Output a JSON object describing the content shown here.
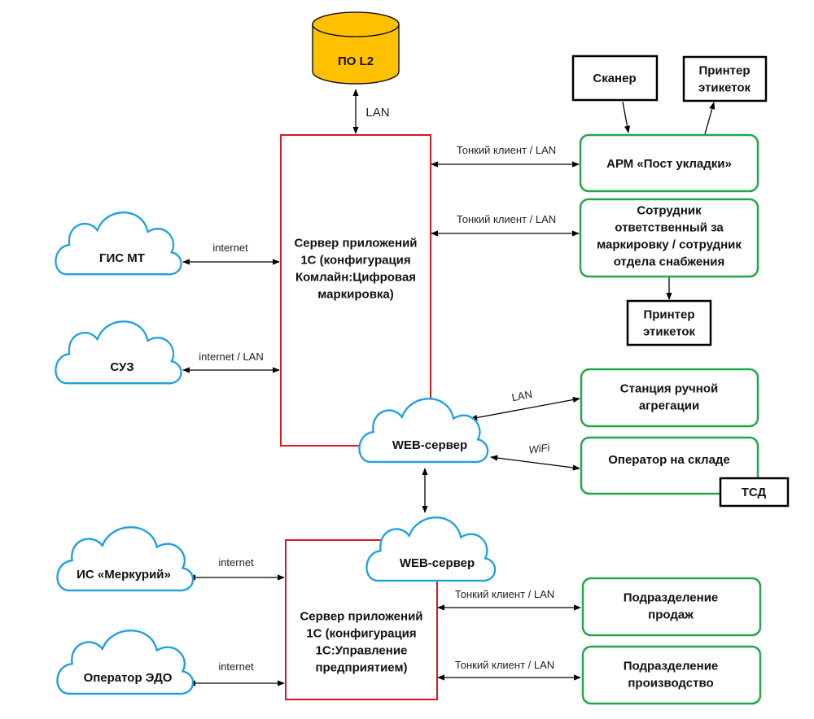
{
  "diagram": {
    "db": {
      "label": "ПО L2",
      "fill": "#FFC000",
      "link_label": "LAN"
    },
    "server1": {
      "lines": [
        "Сервер приложений",
        "1С (конфигурация",
        "Комлайн:Цифровая",
        "маркировка)"
      ],
      "border": "#D71920"
    },
    "server2": {
      "lines": [
        "Сервер приложений",
        "1С (конфигурация",
        "1С:Управление",
        "предприятием)"
      ],
      "border": "#D71920"
    },
    "clouds": {
      "gis_mt": {
        "label": "ГИС МТ"
      },
      "suz": {
        "label": "СУЗ"
      },
      "web1": {
        "label": "WEB-сервер"
      },
      "web2": {
        "label": "WEB-сервер"
      },
      "mercury": {
        "label": "ИС «Меркурий»"
      },
      "edo": {
        "label": "Оператор ЭДО"
      }
    },
    "cloud_stroke": "#1FA0E0",
    "green_boxes": {
      "arm": {
        "lines": [
          "АРМ «Пост укладки»"
        ]
      },
      "employee": {
        "lines": [
          "Сотрудник",
          "ответственный за",
          "маркировку / сотрудник",
          "отдела снабжения"
        ]
      },
      "station": {
        "lines": [
          "Станция ручной",
          "агрегации"
        ]
      },
      "operator": {
        "lines": [
          "Оператор на складе"
        ]
      },
      "sales": {
        "lines": [
          "Подразделение",
          "продаж"
        ]
      },
      "production": {
        "lines": [
          "Подразделение",
          "производство"
        ]
      }
    },
    "green_stroke": "#22A84A",
    "black_boxes": {
      "scanner": {
        "lines": [
          "Сканер"
        ]
      },
      "printer1": {
        "lines": [
          "Принтер",
          "этикеток"
        ]
      },
      "printer2": {
        "lines": [
          "Принтер",
          "этикеток"
        ]
      },
      "tsd": {
        "lines": [
          "ТСД"
        ]
      }
    },
    "edge_labels": {
      "gis_internet": "internet",
      "suz_link": "internet / LAN",
      "thin_arm": "Тонкий клиент / LAN",
      "thin_emp": "Тонкий клиент / LAN",
      "station_lan": "LAN",
      "wifi": "WiFi",
      "mercury_internet": "internet",
      "edo_internet": "internet",
      "thin_sales": "Тонкий клиент / LAN",
      "thin_prod": "Тонкий клиент / LAN"
    }
  }
}
